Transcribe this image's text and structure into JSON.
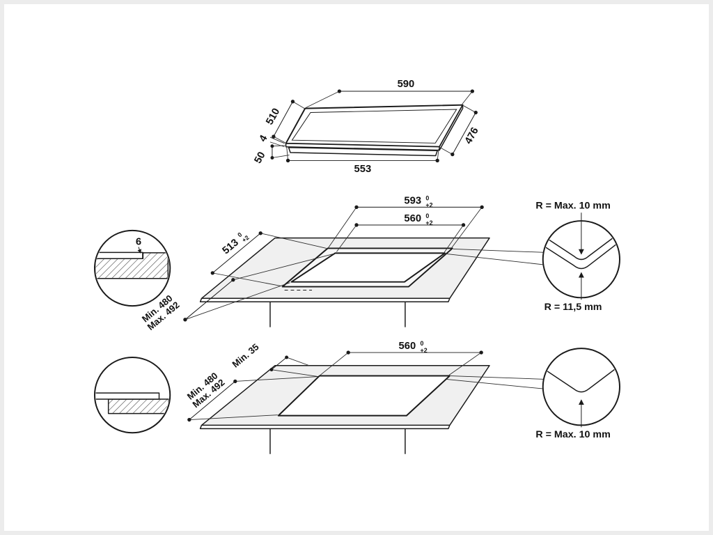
{
  "colors": {
    "line": "#1a1a1a",
    "worktop_fill": "#f0f0f0",
    "background": "#ffffff"
  },
  "top_view": {
    "width_top": "590",
    "depth_left": "510",
    "depth_right": "476",
    "width_bottom": "553",
    "glass_thickness": "4",
    "body_height": "50"
  },
  "middle_view": {
    "outer_width": "593",
    "outer_tol_upper": "0",
    "outer_tol_lower": "+2",
    "inner_width": "560",
    "inner_tol_upper": "0",
    "inner_tol_lower": "+2",
    "outer_depth": "513",
    "depth_tol_upper": "0",
    "depth_tol_lower": "+2",
    "min_depth": "Min. 480",
    "max_depth": "Max. 492",
    "step_depth": "6",
    "radius_outer": "R = Max. 10 mm",
    "radius_inner": "R = 11,5 mm"
  },
  "bottom_view": {
    "cutout_width": "560",
    "cutout_tol_upper": "0",
    "cutout_tol_lower": "+2",
    "edge_distance": "Min. 35",
    "min_depth": "Min. 480",
    "max_depth": "Max. 492",
    "radius": "R = Max. 10 mm"
  }
}
